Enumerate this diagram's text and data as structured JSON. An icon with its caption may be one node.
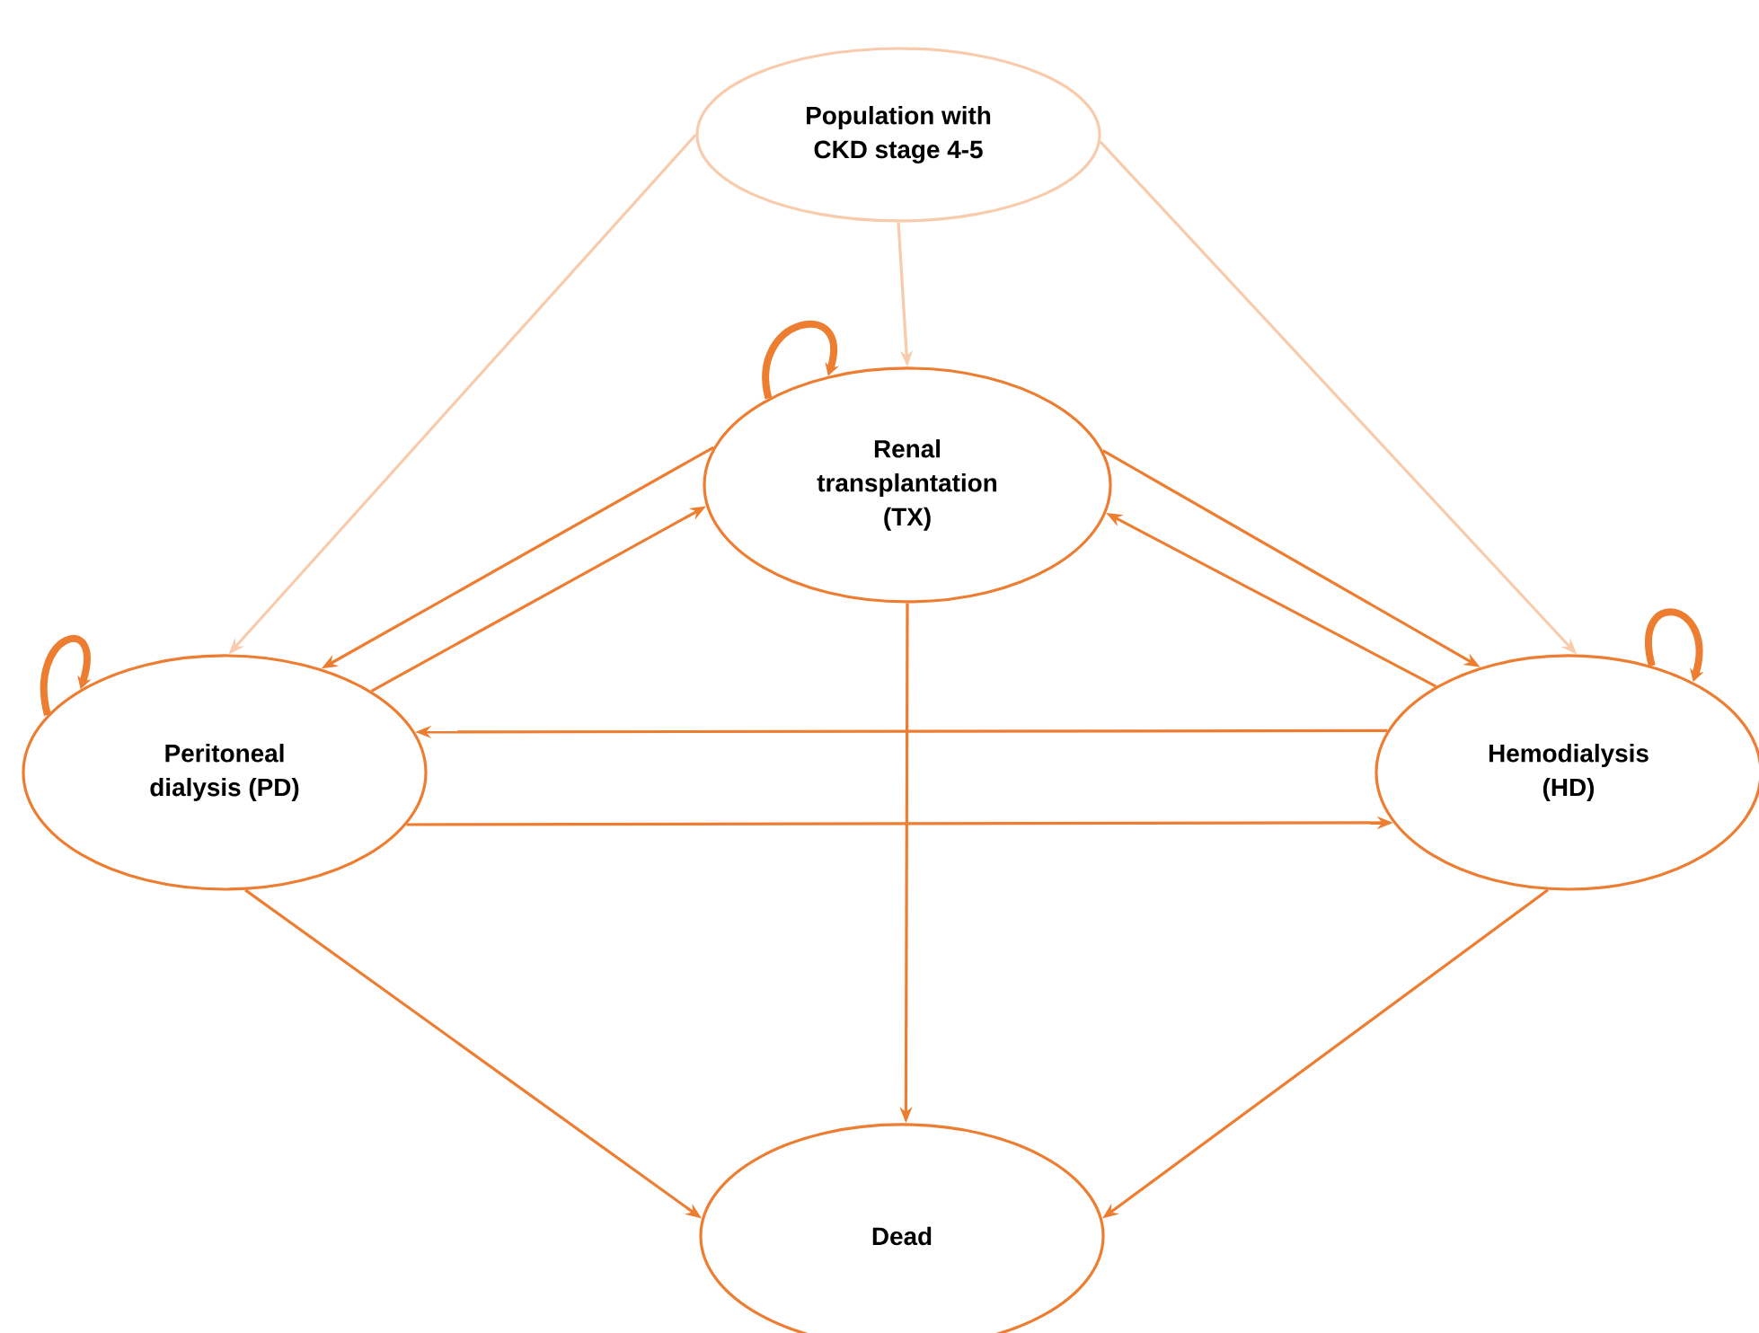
{
  "diagram": {
    "nodes": [
      {
        "text": [
          "Population with CKD stage 4-5"
        ]
      },
      {
        "text": [
          "Renal transplantation (TX)"
        ]
      },
      {
        "text": [
          "Peritoneal dialysis (PD)"
        ]
      },
      {
        "text": [
          "Hemodialysis (HD)"
        ]
      },
      {
        "text": [
          "Dead"
        ]
      }
    ],
    "edges": [
      {
        "from": 0,
        "to": 2,
        "arrow": "to",
        "color": "#f8cbad"
      },
      {
        "from": 0,
        "to": 1,
        "arrow": "to",
        "color": "#f8cbad"
      },
      {
        "from": 0,
        "to": 3,
        "arrow": "to",
        "color": "#f8cbad"
      },
      {
        "from": 1,
        "to": 1,
        "arrow": "to",
        "style": "thick"
      },
      {
        "from": 1,
        "to": 2,
        "arrow": "to"
      },
      {
        "from": 2,
        "to": 1,
        "arrow": "to"
      },
      {
        "from": 1,
        "to": 3,
        "arrow": "to"
      },
      {
        "from": 3,
        "to": 1,
        "arrow": "to"
      },
      {
        "from": 2,
        "to": 2,
        "arrow": "to",
        "style": "thick"
      },
      {
        "from": 3,
        "to": 3,
        "arrow": "to",
        "style": "thick"
      },
      {
        "from": 3,
        "to": 2,
        "arrow": "to"
      },
      {
        "from": 2,
        "to": 3,
        "arrow": "to"
      },
      {
        "from": 1,
        "to": 4,
        "arrow": "to"
      },
      {
        "from": 2,
        "to": 4,
        "arrow": "to"
      },
      {
        "from": 3,
        "to": 4,
        "arrow": "to"
      }
    ]
  }
}
